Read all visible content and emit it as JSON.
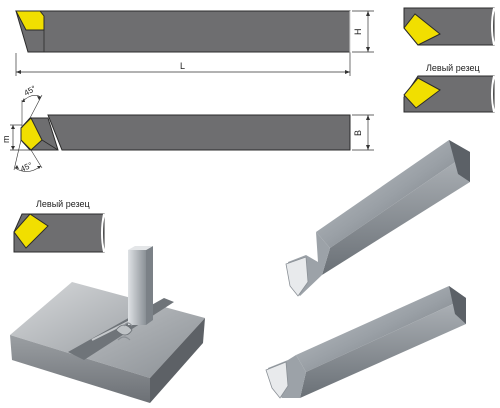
{
  "dimensions": {
    "length_label": "L",
    "height_label": "H",
    "width_label": "B",
    "offset_label": "m",
    "angle_top_label": "45°",
    "angle_bottom_label": "45°"
  },
  "captions": {
    "left_cutter_top_right": "Левый резец",
    "left_cutter_mid_left": "Левый резец"
  },
  "colors": {
    "tool_body": "#6e6e70",
    "carbide_tip": "#f1df00",
    "outline": "#2b2b2b",
    "dimension_line": "#333333"
  }
}
